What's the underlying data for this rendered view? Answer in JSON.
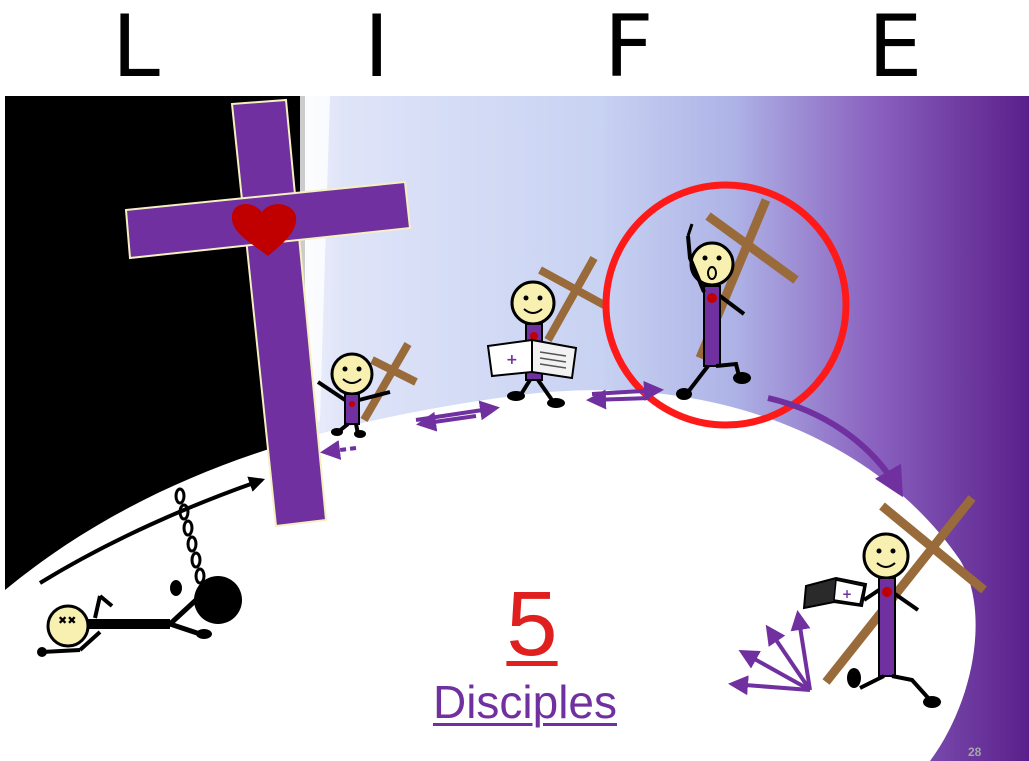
{
  "title_letters": [
    "L",
    "I",
    "F",
    "E"
  ],
  "stage_number": "5",
  "stage_label": "Disciples",
  "slide_number": "28",
  "colors": {
    "purple": "#7030a0",
    "dark_purple": "#5a1f8a",
    "red": "#e0201e",
    "heart": "#c00000",
    "wood": "#9a6b3a",
    "skin": "#f7f0b0",
    "sky_light": "#c9d3f3"
  },
  "figures": [
    {
      "name": "fallen-figure-chained",
      "icon": "ball-and-chain-icon"
    },
    {
      "name": "child-figure-with-cross",
      "icon": "small-cross-icon"
    },
    {
      "name": "reading-figure-with-bible",
      "icon": "open-bible-icon"
    },
    {
      "name": "highlighted-figure-speaking",
      "icon": "red-circle-highlight"
    },
    {
      "name": "disciple-figure-carrying-cross",
      "icon": "bible-and-cross-icon"
    }
  ]
}
